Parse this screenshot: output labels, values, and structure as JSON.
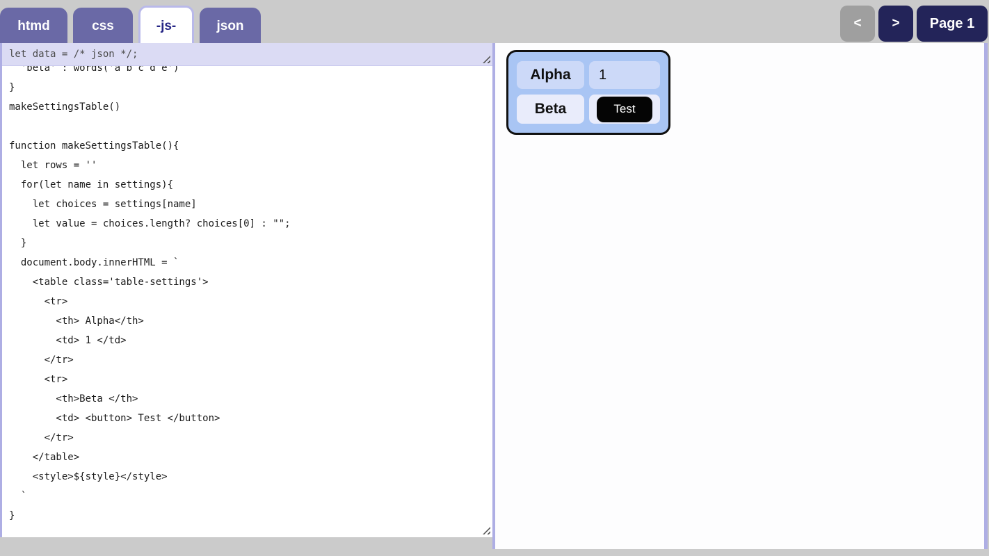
{
  "tabs": [
    {
      "label": "htmd",
      "active": false
    },
    {
      "label": "css",
      "active": false
    },
    {
      "label": "-js-",
      "active": true
    },
    {
      "label": "json",
      "active": false
    }
  ],
  "pager": {
    "prev_label": "<",
    "next_label": ">",
    "page_label": "Page 1"
  },
  "editor": {
    "pinned_line": "let data = /* json */;",
    "code": "  'beta' : words('a b c d e')\n}\nmakeSettingsTable()\n\nfunction makeSettingsTable(){\n  let rows = ''\n  for(let name in settings){\n    let choices = settings[name]\n    let value = choices.length? choices[0] : \"\";\n  }\n  document.body.innerHTML = `\n    <table class='table-settings'>\n      <tr>\n        <th> Alpha</th>\n        <td> 1 </td>\n      </tr>\n      <tr>\n        <th>Beta </th>\n        <td> <button> Test </button>\n      </tr>\n    </table>\n    <style>${style}</style>\n  `\n}"
  },
  "preview": {
    "table": {
      "rows": [
        {
          "header": "Alpha",
          "value": "1",
          "value_type": "text"
        },
        {
          "header": "Beta",
          "button_label": "Test",
          "value_type": "button"
        }
      ]
    }
  },
  "colors": {
    "header_gray": "#cbcbcb",
    "tab_purple": "#6a69a6",
    "active_tab_text": "#252585",
    "navy": "#232459",
    "disabled_gray": "#9f9f9f",
    "lavender": "#aeaee4",
    "pinned_bg": "#dbdbf4",
    "card_bg": "#a9c5f4",
    "row1_bg": "#ccd9f8",
    "row2_bg": "#e9ecfb",
    "button_black": "#050505"
  }
}
